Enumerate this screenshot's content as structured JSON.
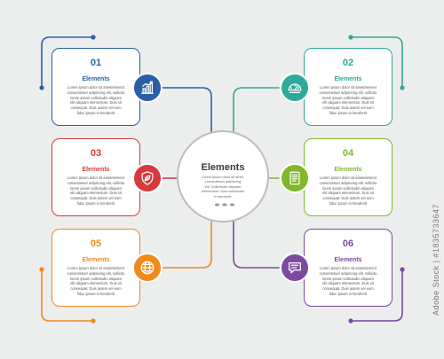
{
  "hub": {
    "title": "Elements",
    "body": "Lorem ipsum dolor sit amet,\nconsectetuer adipiscing\nelit. Sollicitudin aliquam\nelementum. Duis sollicitudin\nin hendrerit."
  },
  "cards": [
    {
      "num": "01",
      "heading": "Elements",
      "color": "#2a5fa5",
      "icon": "bar-chart-icon",
      "body": "Lorem ipsum dolor sit ametelement\nconsectetuer adipiscing elit, sollicitu\nlorem ipsum sollicitudin aliquam\nelit aliquam elementum. Duis sit\nconsequat. Duis autem vel eum\nfiduc ipsum in hendrerit"
    },
    {
      "num": "02",
      "heading": "Elements",
      "color": "#2fa99a",
      "icon": "gauge-icon",
      "body": "Lorem ipsum dolor sit ametelement\nconsectetuer adipiscing elit, sollicitu\nlorem ipsum sollicitudin aliquam\nelit aliquam elementum. Duis sit\nconsequat. Duis autem vel eum\nfiduc ipsum in hendrerit"
    },
    {
      "num": "03",
      "heading": "Elements",
      "color": "#d63a3a",
      "icon": "shield-leaf-icon",
      "body": "Lorem ipsum dolor sit ametelement\nconsectetuer adipiscing elit, sollicitu\nlorem ipsum sollicitudin aliquam\nelit aliquam elementum. Duis sit\nconsequat. Duis autem vel eum\nfiduc ipsum in hendrerit"
    },
    {
      "num": "04",
      "heading": "Elements",
      "color": "#7fb829",
      "icon": "document-icon",
      "body": "Lorem ipsum dolor sit ametelement\nconsectetuer adipiscing elit, sollicitu\nlorem ipsum sollicitudin aliquam\nelit aliquam elementum. Duis sit\nconsequat. Duis autem vel eum\nfiduc ipsum in hendrerit"
    },
    {
      "num": "05",
      "heading": "Elements",
      "color": "#f08a1d",
      "icon": "globe-icon",
      "body": "Lorem ipsum dolor sit ametelement\nconsectetuer adipiscing elit, sollicitu\nlorem ipsum sollicitudin aliquam\nelit aliquam elementum. Duis sit\nconsequat. Duis autem vel eum\nfiduc ipsum in hendrerit"
    },
    {
      "num": "06",
      "heading": "Elements",
      "color": "#7c4a9e",
      "icon": "chat-bubble-icon",
      "body": "Lorem ipsum dolor sit ametelement\nconsectetuer adipiscing elit, sollicitu\nlorem ipsum sollicitudin aliquam\nelit aliquam elementum. Duis sit\nconsequat. Duis autem vel eum\nfiduc ipsum in hendrerit"
    }
  ],
  "watermark": "Adobe Stock | #1835733647"
}
